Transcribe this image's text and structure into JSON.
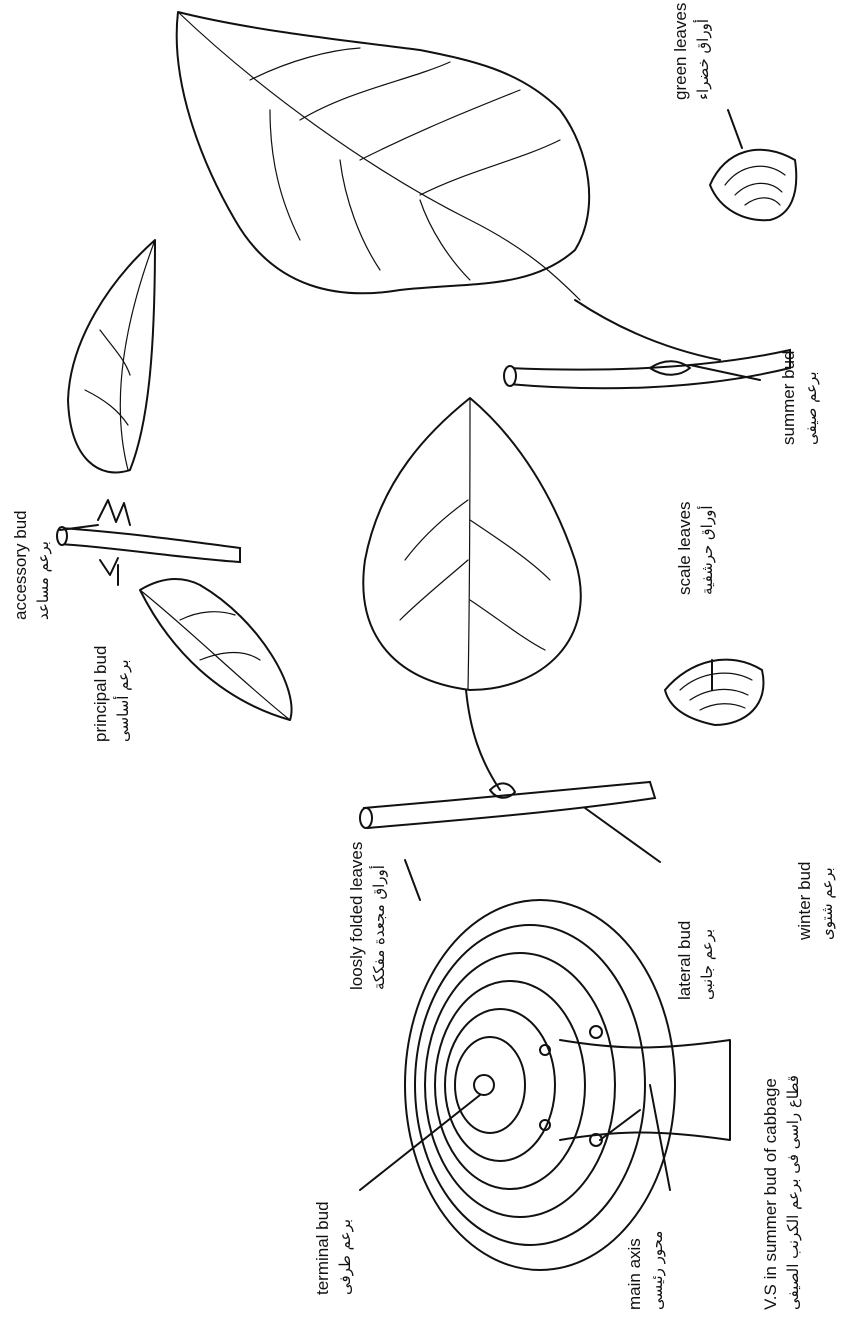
{
  "labels": {
    "accessory_bud": {
      "en": "accessory bud",
      "ar": "برعم مساعد"
    },
    "principal_bud": {
      "en": "principal bud",
      "ar": "برعم أساسى"
    },
    "green_leaves": {
      "en": "green leaves",
      "ar": "أوراق خضراء"
    },
    "summer_bud": {
      "en": "summer bud",
      "ar": "برعم صيفى"
    },
    "scale_leaves": {
      "en": "scale leaves",
      "ar": "أوراق حرشفية"
    },
    "loosely_folded_leaves": {
      "en": "loosly folded leaves",
      "ar": "أوراق مجعدة مفككة"
    },
    "lateral_bud": {
      "en": "lateral bud",
      "ar": "برعم جانبى"
    },
    "winter_bud": {
      "en": "winter bud",
      "ar": "برعم شتوى"
    },
    "terminal_bud": {
      "en": "terminal bud",
      "ar": "برعم طرفى"
    },
    "main_axis": {
      "en": "main axis",
      "ar": "محور رئيسى"
    },
    "caption": {
      "en": "V.S in summer bud of cabbage",
      "ar": "قطاع راسى فى برعم الكرنب الصيفى"
    }
  }
}
